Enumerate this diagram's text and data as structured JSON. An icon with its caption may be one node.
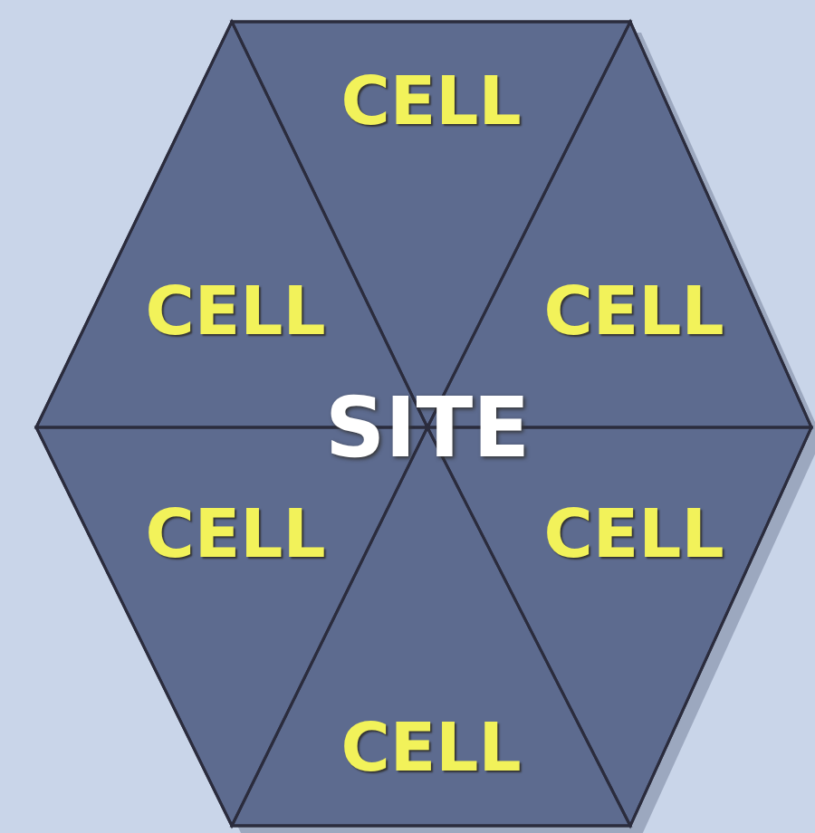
{
  "diagram": {
    "nodes": [
      {
        "text": [
          "SITE"
        ]
      },
      {
        "text": [
          "CELL"
        ],
        "in": 0
      },
      {
        "text": [
          "CELL"
        ],
        "in": 0
      },
      {
        "text": [
          "CELL"
        ],
        "in": 0
      },
      {
        "text": [
          "CELL"
        ],
        "in": 0
      },
      {
        "text": [
          "CELL"
        ],
        "in": 0
      },
      {
        "text": [
          "CELL"
        ],
        "in": 0
      }
    ]
  }
}
